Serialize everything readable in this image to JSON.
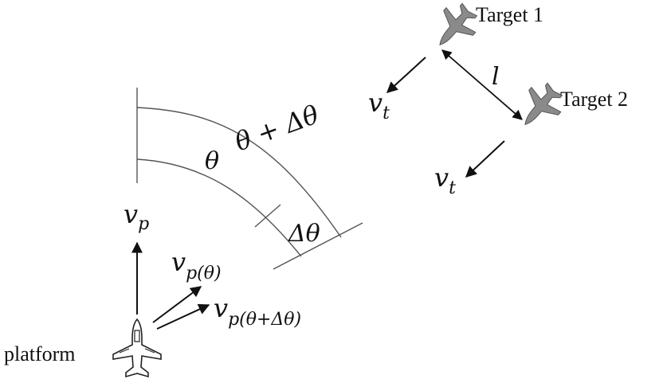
{
  "labels": {
    "target1": "Target 1",
    "target2": "Target 2",
    "platform": "platform",
    "distance": "l",
    "vt": "v",
    "vt_sub": "t",
    "vp": "v",
    "vp_sub": "p",
    "vp_theta": "v",
    "vp_theta_sub": "p(θ)",
    "vp_theta_dtheta": "v",
    "vp_theta_dtheta_sub": "p(θ+Δθ)",
    "theta": "θ",
    "theta_plus": "θ + Δθ",
    "delta_theta": "Δθ"
  },
  "icons": {
    "target_aircraft": "fighter-jet-icon",
    "platform_aircraft": "aircraft-icon"
  },
  "colors": {
    "target_fill": "#8a8a8a",
    "platform_fill": "#ffffff",
    "stroke": "#111111",
    "curve": "#555555"
  }
}
